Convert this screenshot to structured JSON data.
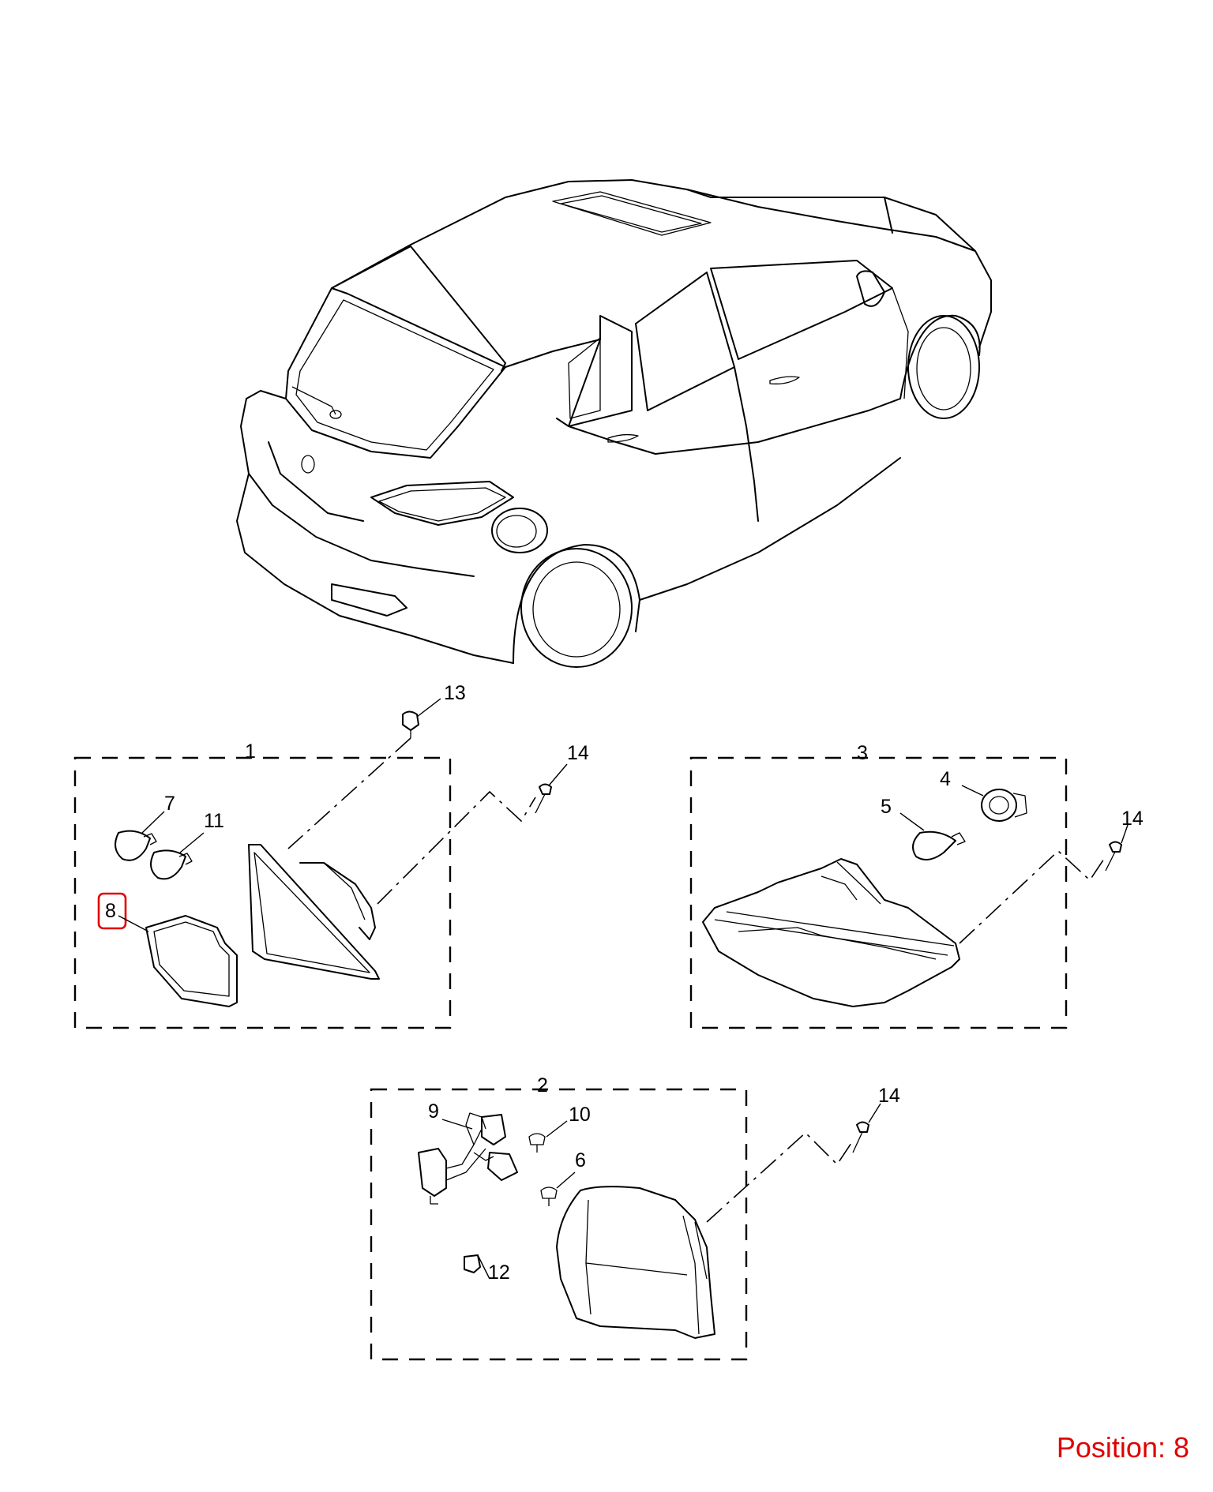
{
  "accent_color": "#e00000",
  "position_label": "Position: 8",
  "callouts": {
    "c1": "1",
    "c2": "2",
    "c3": "3",
    "c4": "4",
    "c5": "5",
    "c6": "6",
    "c7": "7",
    "c8": "8",
    "c9": "9",
    "c10": "10",
    "c11": "11",
    "c12": "12",
    "c13": "13",
    "c14a": "14",
    "c14b": "14",
    "c14c": "14"
  },
  "highlighted_callout": "8"
}
